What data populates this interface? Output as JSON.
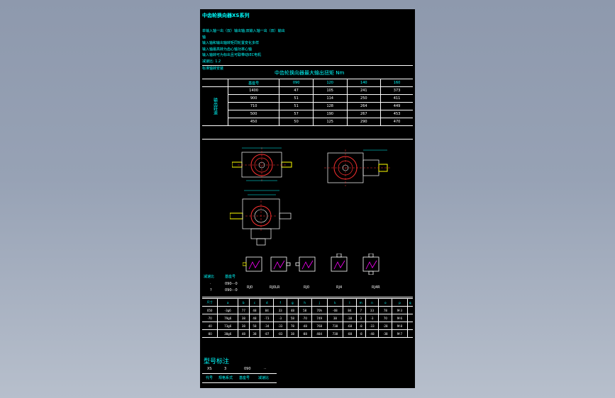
{
  "title": "中齿轮换向器XS系列",
  "intro_lines": [
    "单输入轴一出（双）输出轴;双输入轴一出（双）输出",
    "轴",
    "输入轴和输出轴转矩同轮置变化多样",
    "输入轴最高转为齿心轴功率心轴",
    "输入轴转可为标出且可联带动IEC电机",
    "减速比: 1.2"
  ],
  "section_label": "标准轴转安装",
  "torque_table": {
    "title": "中齿轮换向器最大输出扭矩 Nm",
    "header": [
      "基座号",
      "090",
      "120",
      "140",
      "160"
    ],
    "side_label": "输出转速",
    "rows": [
      [
        "1400",
        "47",
        "105",
        "241",
        "373"
      ],
      [
        "900",
        "51",
        "114",
        "250",
        "411"
      ],
      [
        "710",
        "51",
        "128",
        "264",
        "449"
      ],
      [
        "500",
        "57",
        "190",
        "267",
        "453"
      ],
      [
        "450",
        "50",
        "125",
        "290",
        "470"
      ]
    ]
  },
  "layout_legend": {
    "label1": "减速比",
    "label2": "基座号",
    "row1": [
      "·",
      "090-··0"
    ],
    "row2": [
      "?",
      "090-··0"
    ]
  },
  "variant_labels": [
    "RJ0",
    "RJ0LR",
    "RJ0",
    "RJ4",
    "RJ4R"
  ],
  "dimension_table": {
    "header": [
      "尺寸",
      "a",
      "b",
      "c",
      "d",
      "f",
      "g",
      "h",
      "j",
      "k",
      "l",
      "m",
      "n",
      "o",
      "p",
      "q"
    ],
    "rows": [
      [
        "050",
        "-3g6",
        "77",
        "48",
        "84",
        "33",
        "48",
        "58",
        "70h",
        "-08",
        "84",
        "7",
        "33",
        "78",
        "M·3",
        ""
      ],
      [
        "·70",
        "79g6",
        "38",
        "48",
        "·73",
        "·3",
        "58",
        "·70",
        "749",
        "38",
        "·38",
        "3",
        "·3",
        "70",
        "M·6",
        ""
      ],
      [
        "·40",
        "73g6",
        "38",
        "58",
        "·34",
        "·33",
        "78",
        "·48",
        "768",
        "738",
        "·68",
        "·8",
        "·33",
        "·28",
        "M·8",
        ""
      ],
      [
        "·80",
        "38g6",
        "48",
        "38",
        "·87",
        "·83",
        "38",
        "·88",
        "484",
        "738",
        "·88",
        "·8",
        "·48",
        "·38",
        "M·7",
        ""
      ]
    ]
  },
  "model_section": {
    "heading": "型号标注",
    "values": [
      "XS",
      "3",
      "090",
      "··"
    ],
    "labels": [
      "代号",
      "规格系式",
      "基座号",
      "减速比"
    ]
  }
}
